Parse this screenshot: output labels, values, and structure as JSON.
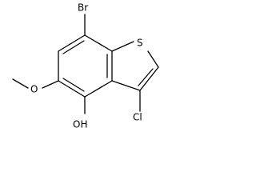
{
  "molecule": {
    "atoms": {
      "bromine": "Br",
      "sulfur": "S",
      "chlorine": "Cl",
      "hydroxyl": "OH",
      "methoxy_oxygen": "O"
    },
    "colors": {
      "bonds": "#000000",
      "labels": "#000000",
      "background": "#ffffff"
    }
  }
}
